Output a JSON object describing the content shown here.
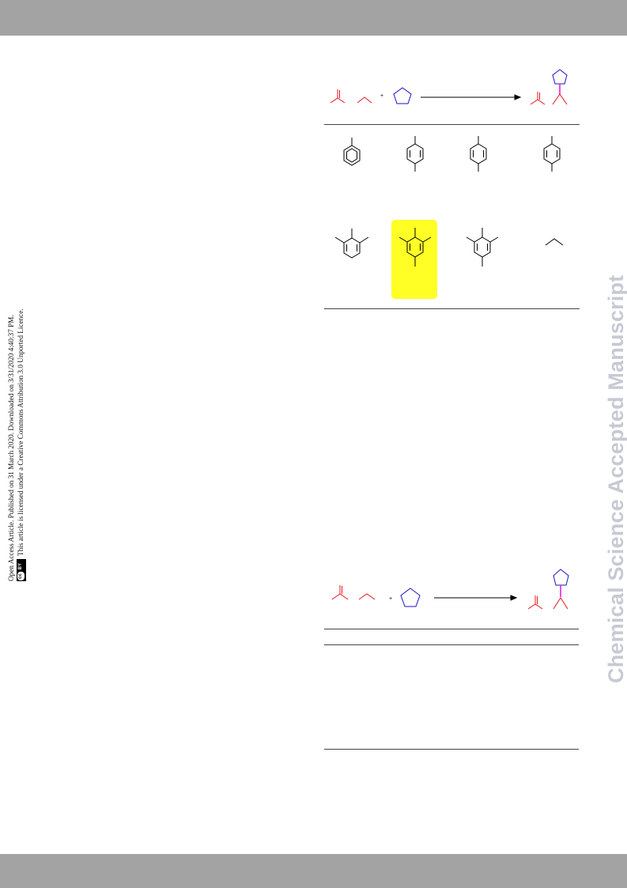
{
  "page": {
    "watermark": "Chemical Science Accepted Manuscript",
    "notice_line1": "Open Access Article. Published on 31 March 2020. Downloaded on 3/31/2020 4:40:37 PM.",
    "notice_line2": "This article is licensed under a Creative Commons Attribution 3.0 Unported Licence.",
    "license_badge": {
      "cc": "cc",
      "by": "BY"
    }
  },
  "scheme1": {
    "plus": "+",
    "highlighted_structure_color": "#ffff26"
  },
  "scheme2": {
    "plus": "+"
  },
  "colors": {
    "reactant_red": "#e8141e",
    "cyclopentyl_blue": "#1c12c8",
    "new_bond_magenta": "#e020e0",
    "header_band": "#a3a3a3"
  }
}
